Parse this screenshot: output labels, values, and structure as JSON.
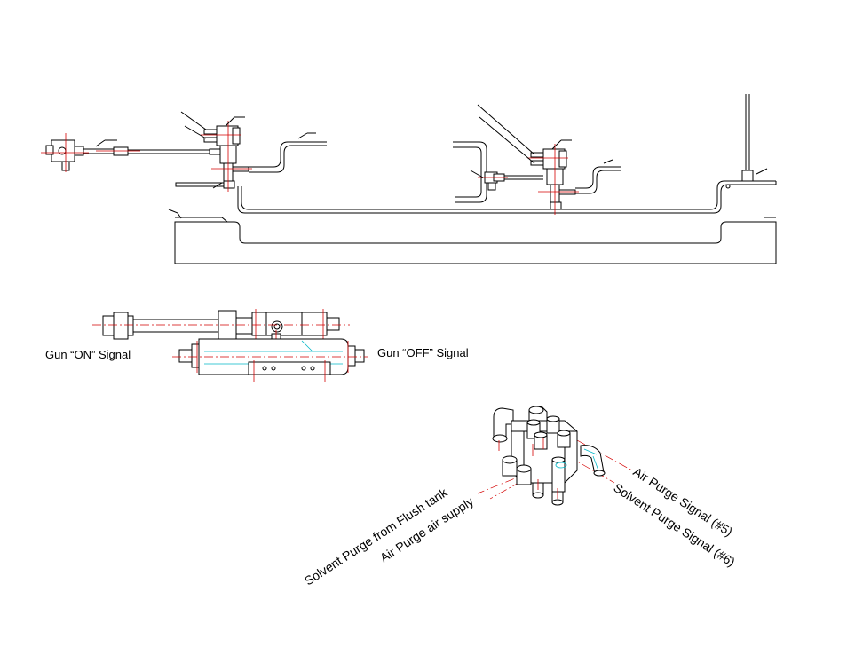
{
  "labels": {
    "gun_on": "Gun “ON” Signal",
    "gun_off": "Gun “OFF” Signal",
    "air_purge_signal": "Air Purge Signal (#5)",
    "solvent_purge_signal": "Solvent Purge Signal (#6)",
    "solvent_purge_flush": "Solvent Purge from Flush tank",
    "air_purge_supply": "Air Purge air supply"
  },
  "colors": {
    "line": "#000000",
    "centerline": "#d40000",
    "accent": "#00b7c7"
  }
}
